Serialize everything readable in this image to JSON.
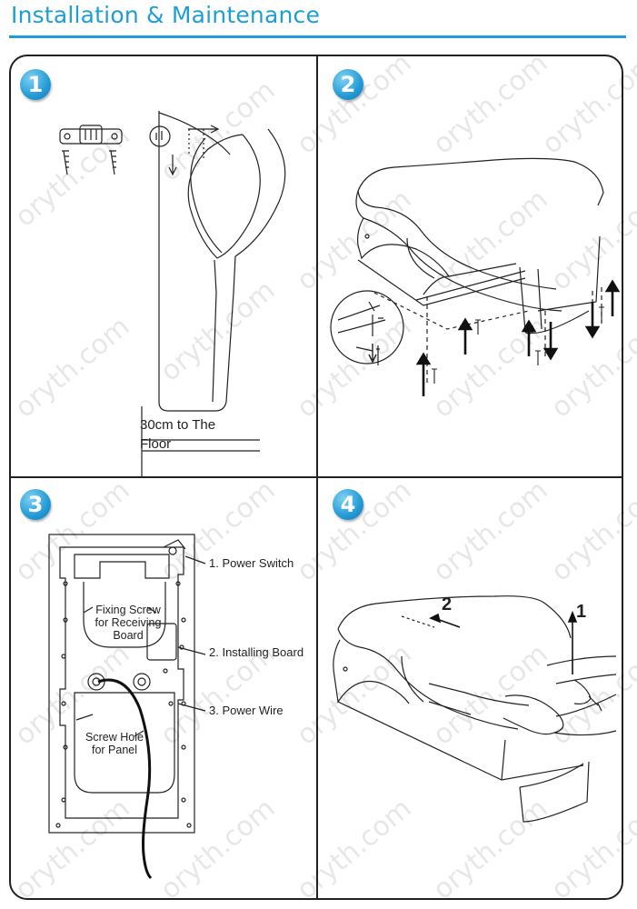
{
  "header": {
    "title": "Installation & Maintenance"
  },
  "panels": [
    {
      "step": "1",
      "labels": {
        "distance": "30cm to The",
        "distance_2": "Floor"
      }
    },
    {
      "step": "2"
    },
    {
      "step": "3",
      "labels": {
        "power_switch": "1. Power Switch",
        "fixing_screw": [
          "Fixing Screw",
          "for Receiving",
          "Board"
        ],
        "installing_board": "2. Installing Board",
        "power_wire": "3. Power Wire",
        "screw_hole": [
          "Screw Hole",
          "for Panel"
        ]
      }
    },
    {
      "step": "4",
      "labels": {
        "arrow_1": "1",
        "arrow_2": "2"
      }
    }
  ],
  "watermark": {
    "text": "oryth.com"
  },
  "colors": {
    "accent": "#1d9fd6",
    "line": "#222222"
  }
}
